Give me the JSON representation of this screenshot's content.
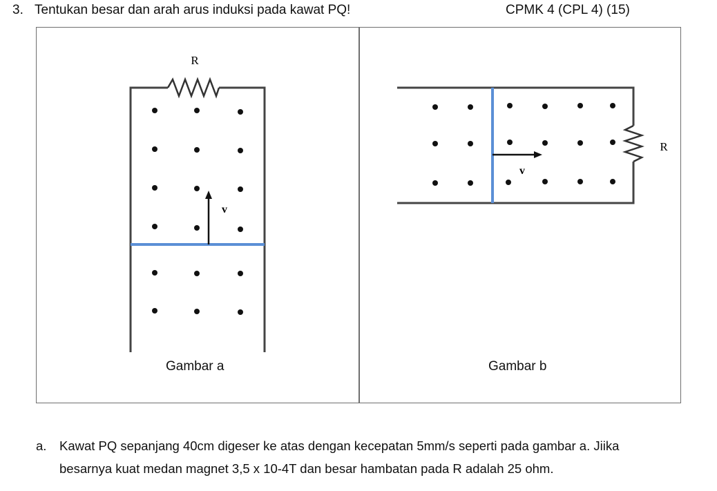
{
  "question": {
    "number": "3.",
    "prompt": "Tentukan besar dan arah arus induksi pada kawat PQ!",
    "code": "CPMK 4 (CPL 4) (15)"
  },
  "figure_a": {
    "resistor_label": "R",
    "velocity_label": "v",
    "caption": "Gambar a",
    "wire_color": "#5b8fd6",
    "frame_color": "#444444"
  },
  "figure_b": {
    "resistor_label": "R",
    "velocity_label": "v",
    "caption": "Gambar b",
    "wire_color": "#5b8fd6",
    "frame_color": "#444444"
  },
  "items": [
    {
      "letter": "a.",
      "line1": "Kawat PQ sepanjang 40cm digeser ke atas dengan kecepatan 5mm/s seperti pada gambar a. Jiika",
      "line2": "besarnya kuat medan magnet 3,5 x 10-4T dan besar hambatan pada R adalah 25 ohm."
    }
  ]
}
